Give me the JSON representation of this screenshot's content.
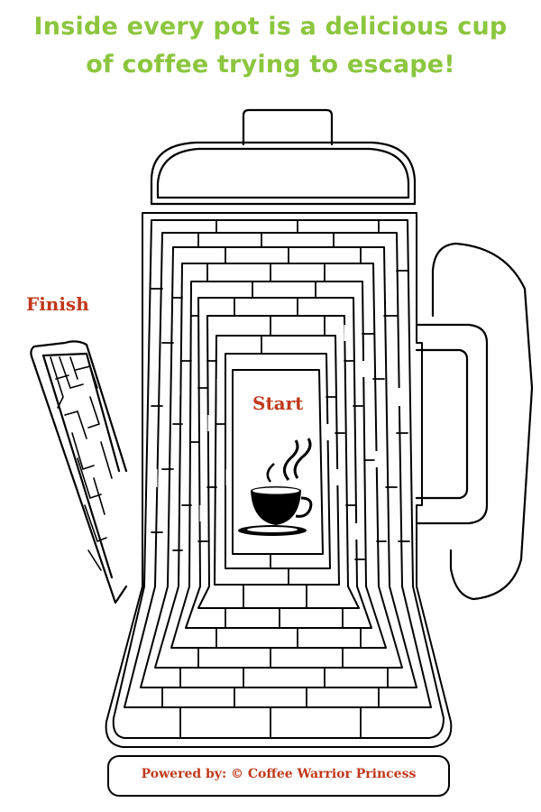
{
  "headline": {
    "line1": "Inside every pot is a delicious cup",
    "line2": "of coffee trying to escape!",
    "color": "#8cc63f"
  },
  "maze": {
    "finish_label": "Finish",
    "start_label": "Start",
    "label_color": "#c0391b",
    "center_icon": "coffee-cup-icon"
  },
  "footer": {
    "credit": "Powered by:  © Coffee Warrior Princess"
  }
}
